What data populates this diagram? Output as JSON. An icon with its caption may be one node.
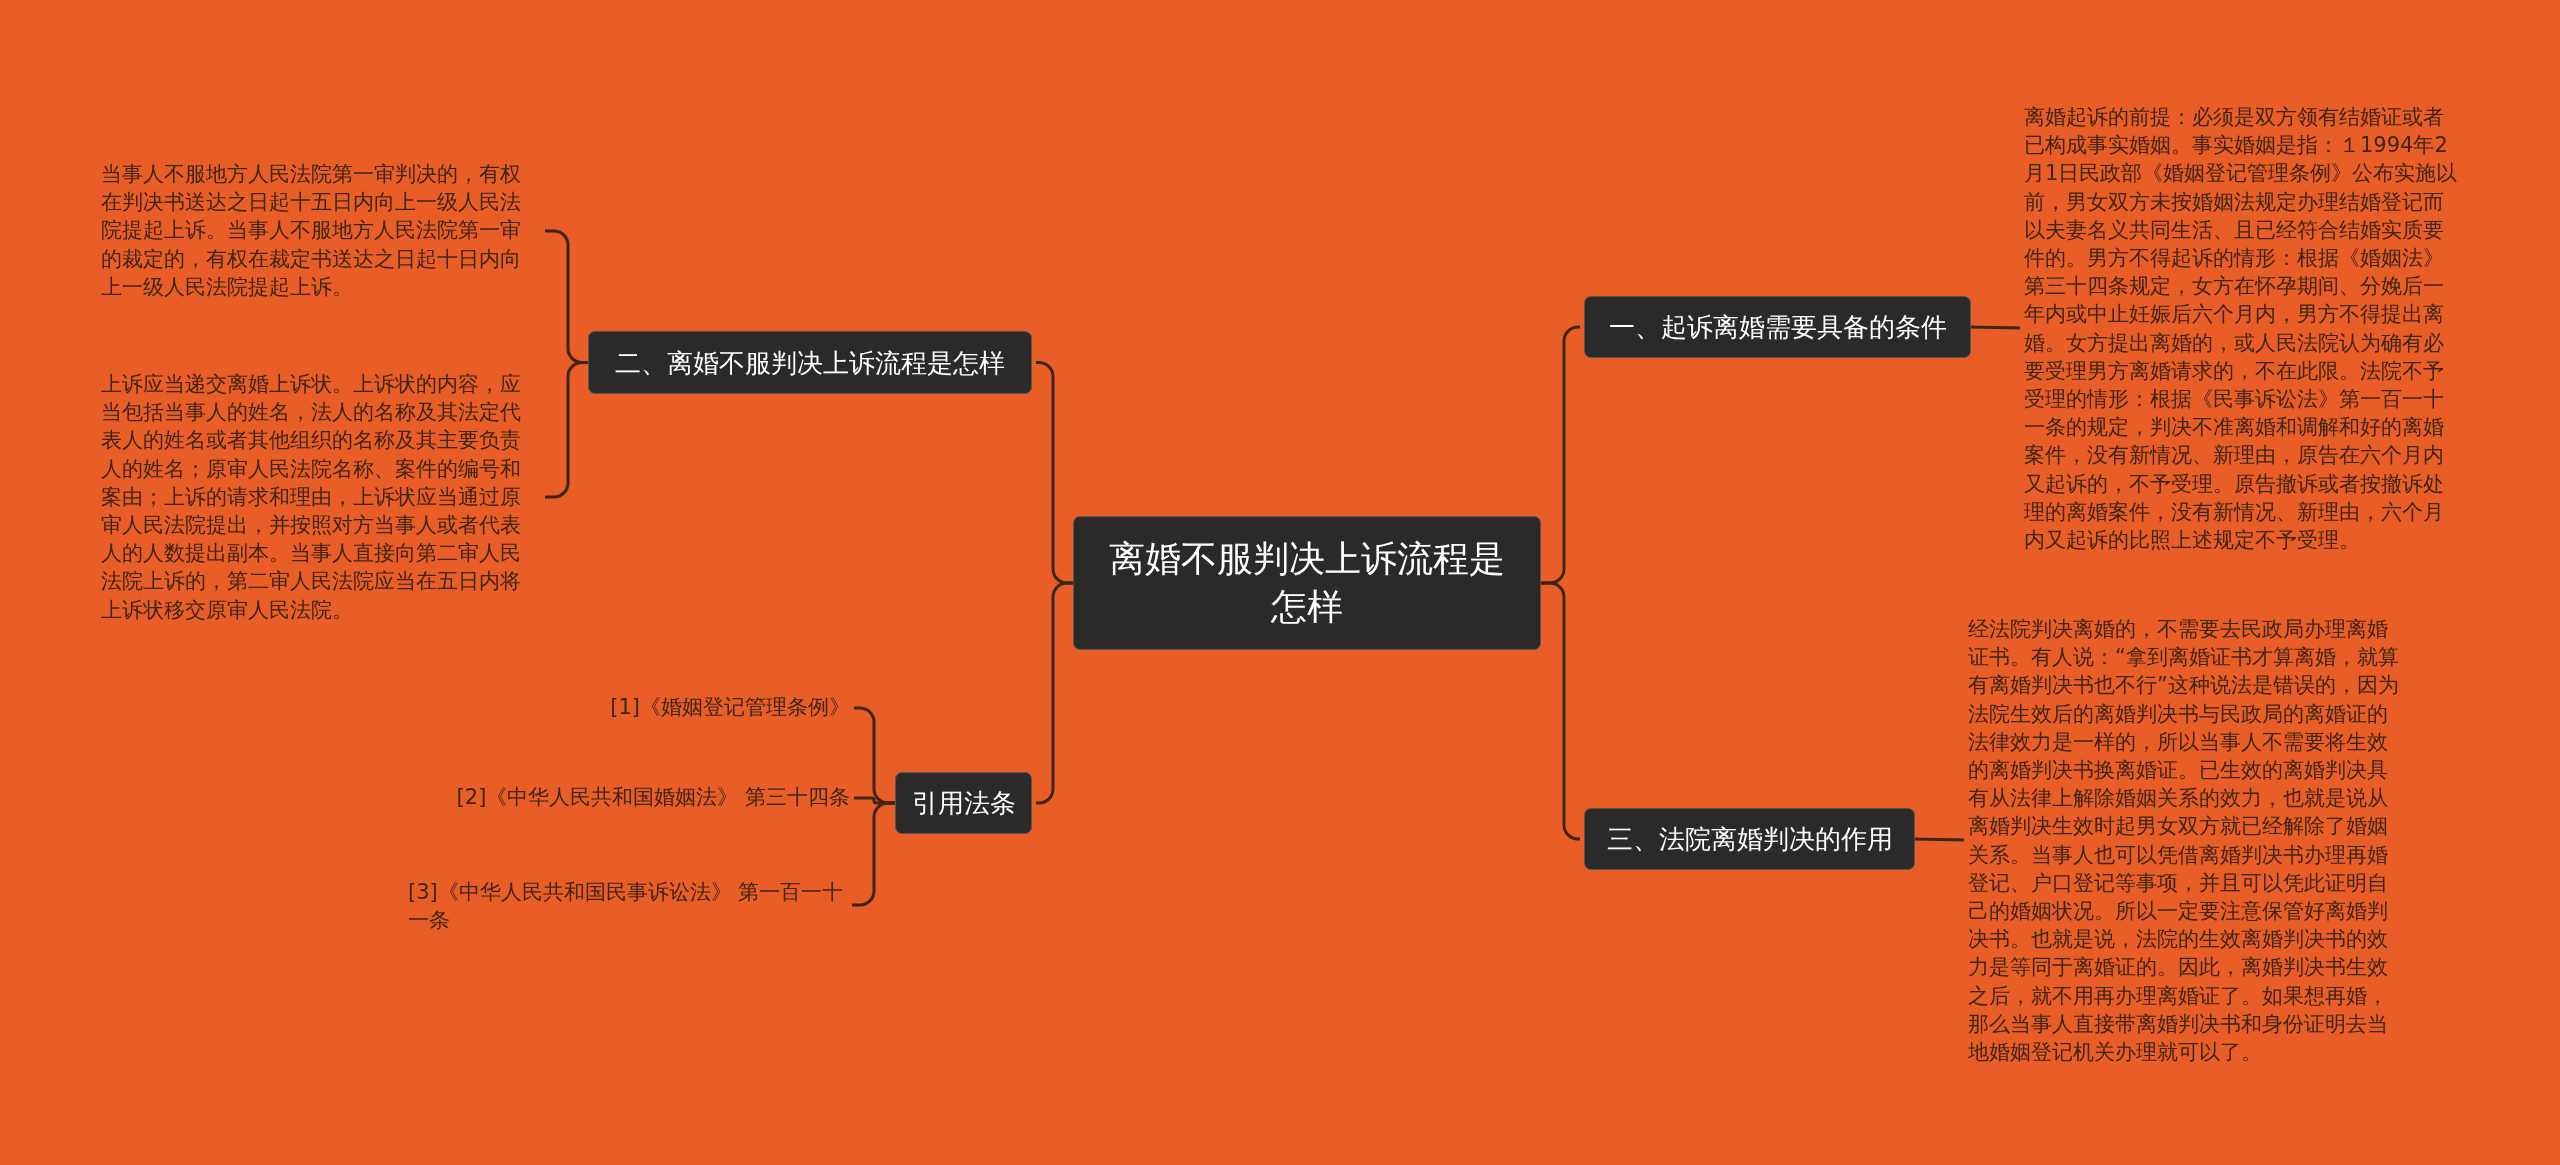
{
  "diagram": {
    "nodes": [
      {
        "text": [
          "离婚不服判决上诉流程是怎样"
        ]
      },
      {
        "text": [
          "二、离婚不服判决上诉流程是怎样"
        ]
      },
      {
        "text": [
          "当事人不服地方人民法院第一审判决的，有权在判决书送达之日起十五日内向上一级人民法院提起上诉。当事人不服地方人民法院第一审的裁定的，有权在裁定书送达之日起十日内向上一级人民法院提起上诉。"
        ]
      },
      {
        "text": [
          "上诉应当递交离婚上诉状。上诉状的内容，应当包括当事人的姓名，法人的名称及其法定代表人的姓名或者其他组织的名称及其主要负责人的姓名；原审人民法院名称、案件的编号和案由；上诉的请求和理由，上诉状应当通过原审人民法院提出，并按照对方当事人或者代表人的人数提出副本。当事人直接向第二审人民法院上诉的，第二审人民法院应当在五日内将上诉状移交原审人民法院。"
        ]
      },
      {
        "text": [
          "引用法条"
        ]
      },
      {
        "text": [
          "[1]《婚姻登记管理条例》"
        ]
      },
      {
        "text": [
          "[2]《中华人民共和国婚姻法》 第三十四条"
        ]
      },
      {
        "text": [
          "[3]《中华人民共和国民事诉讼法》 第一百一十一条"
        ]
      },
      {
        "text": [
          "一、起诉离婚需要具备的条件"
        ]
      },
      {
        "text": [
          "离婚起诉的前提：必须是双方领有结婚证或者已构成事实婚姻。事实婚姻是指：１1994年2月1日民政部《婚姻登记管理条例》公布实施以前，男女双方未按婚姻法规定办理结婚登记而以夫妻名义共同生活、且已经符合结婚实质要件的。男方不得起诉的情形：根据《婚姻法》第三十四条规定，女方在怀孕期间、分娩后一年内或中止妊娠后六个月内，男方不得提出离婚。女方提出离婚的，或人民法院认为确有必要受理男方离婚请求的，不在此限。法院不予受理的情形：根据《民事诉讼法》第一百一十一条的规定，判决不准离婚和调解和好的离婚案件，没有新情况、新理由，原告在六个月内又起诉的，不予受理。原告撤诉或者按撤诉处理的离婚案件，没有新情况、新理由，六个月内又起诉的比照上述规定不予受理。"
        ]
      },
      {
        "text": [
          "三、法院离婚判决的作用"
        ]
      },
      {
        "text": [
          "经法院判决离婚的，不需要去民政局办理离婚证书。有人说：“拿到离婚证书才算离婚，就算有离婚判决书也不行”这种说法是错误的，因为法院生效后的离婚判决书与民政局的离婚证的法律效力是一样的，所以当事人不需要将生效的离婚判决书换离婚证。已生效的离婚判决具有从法律上解除婚姻关系的效力，也就是说从离婚判决生效时起男女双方就已经解除了婚姻关系。当事人也可以凭借离婚判决书办理再婚登记、户口登记等事项，并且可以凭此证明自己的婚姻状况。所以一定要注意保管好离婚判决书。也就是说，法院的生效离婚判决书的效力是等同于离婚证的。因此，离婚判决书生效之后，就不用再办理离婚证了。如果想再婚，那么当事人直接带离婚判决书和身份证明去当地婚姻登记机关办理就可以了。"
        ]
      }
    ],
    "edges": [
      {
        "from": 0,
        "to": 1,
        "arrow": "none"
      },
      {
        "from": 1,
        "to": 2,
        "arrow": "none"
      },
      {
        "from": 1,
        "to": 3,
        "arrow": "none"
      },
      {
        "from": 0,
        "to": 4,
        "arrow": "none"
      },
      {
        "from": 4,
        "to": 5,
        "arrow": "none"
      },
      {
        "from": 4,
        "to": 6,
        "arrow": "none"
      },
      {
        "from": 4,
        "to": 7,
        "arrow": "none"
      },
      {
        "from": 0,
        "to": 8,
        "arrow": "none"
      },
      {
        "from": 8,
        "to": 9,
        "arrow": "none"
      },
      {
        "from": 0,
        "to": 10,
        "arrow": "none"
      },
      {
        "from": 10,
        "to": 11,
        "arrow": "none"
      }
    ]
  }
}
